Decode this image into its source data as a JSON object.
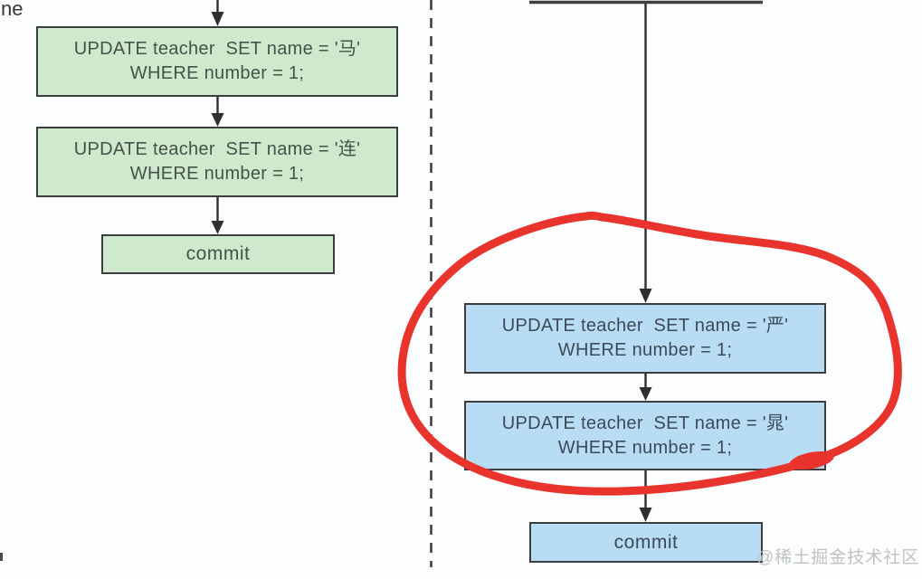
{
  "page": {
    "partial_label": "ne",
    "watermark": "@稀土掘金技术社区"
  },
  "colors": {
    "background": "#fcfdfe",
    "green_box_fill": "#cfe9cd",
    "blue_box_fill": "#b9dcf5",
    "box_border": "#3d3d3d",
    "connector": "#2f2f2f",
    "annotation_red": "#e8342c",
    "watermark_gray": "#bfc2c4"
  },
  "left_flow": {
    "boxes": [
      {
        "lines": [
          "UPDATE teacher  SET name = '马'",
          "WHERE number = 1;"
        ]
      },
      {
        "lines": [
          "UPDATE teacher  SET name = '连'",
          "WHERE number = 1;"
        ]
      },
      {
        "label": "commit"
      }
    ]
  },
  "right_flow": {
    "boxes": [
      {
        "lines": [
          "UPDATE teacher  SET name = '严'",
          "WHERE number = 1;"
        ]
      },
      {
        "lines": [
          "UPDATE teacher  SET name = '晁'",
          "WHERE number = 1;"
        ]
      },
      {
        "label": "commit"
      }
    ]
  }
}
